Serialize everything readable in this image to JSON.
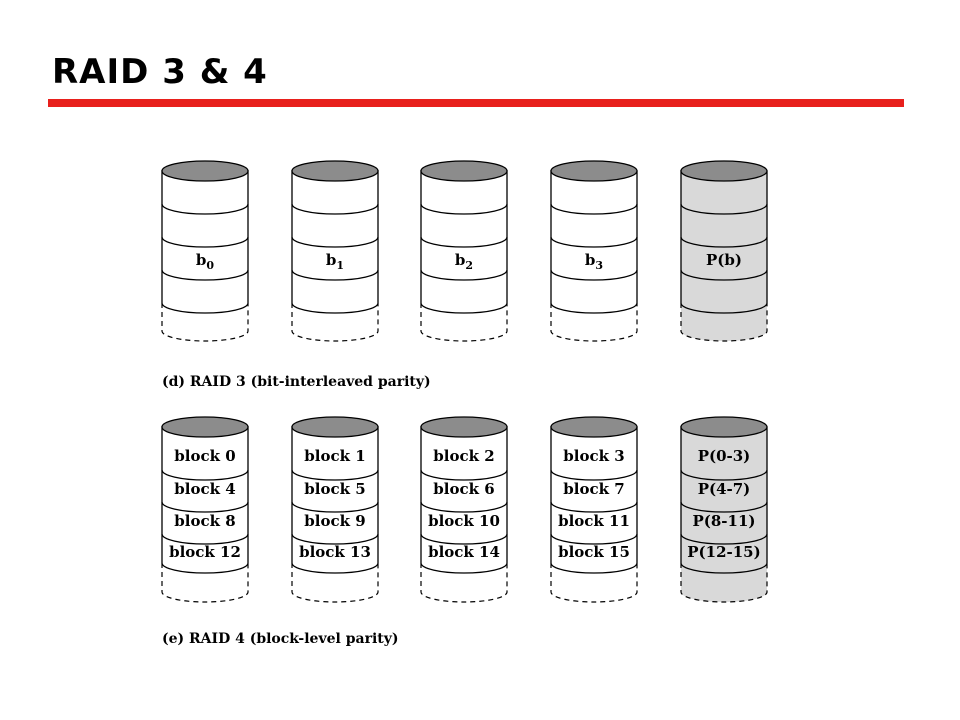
{
  "slide": {
    "title": "RAID 3 & 4",
    "accent_color": "#e8201c"
  },
  "colors": {
    "disk_fill": "#ffffff",
    "parity_fill": "#d9d9d9",
    "disk_top": "#8c8c8c",
    "stroke": "#000000"
  },
  "raid3": {
    "caption": "(d) RAID 3 (bit-interleaved parity)",
    "disks": [
      {
        "label": "b",
        "sub": "0",
        "parity": false
      },
      {
        "label": "b",
        "sub": "1",
        "parity": false
      },
      {
        "label": "b",
        "sub": "2",
        "parity": false
      },
      {
        "label": "b",
        "sub": "3",
        "parity": false
      },
      {
        "label": "P(b)",
        "sub": "",
        "parity": true
      }
    ]
  },
  "raid4": {
    "caption": "(e) RAID 4 (block-level parity)",
    "disks": [
      {
        "parity": false,
        "blocks": [
          "block 0",
          "block 4",
          "block 8",
          "block 12"
        ]
      },
      {
        "parity": false,
        "blocks": [
          "block 1",
          "block 5",
          "block 9",
          "block 13"
        ]
      },
      {
        "parity": false,
        "blocks": [
          "block 2",
          "block 6",
          "block 10",
          "block 14"
        ]
      },
      {
        "parity": false,
        "blocks": [
          "block 3",
          "block 7",
          "block 11",
          "block 15"
        ]
      },
      {
        "parity": true,
        "blocks": [
          "P(0-3)",
          "P(4-7)",
          "P(8-11)",
          "P(12-15)"
        ]
      }
    ]
  }
}
